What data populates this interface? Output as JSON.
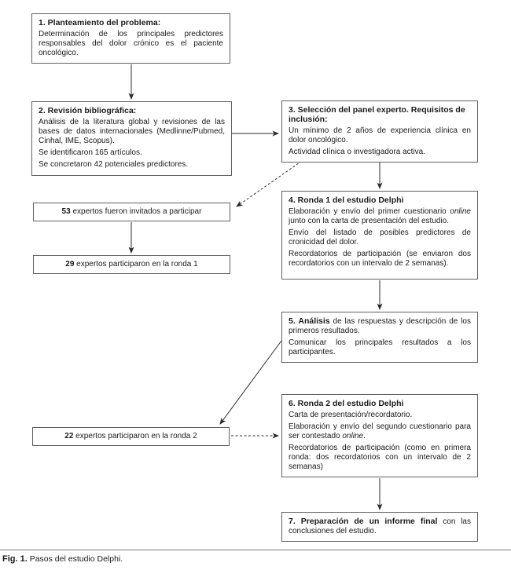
{
  "figure": {
    "caption_label": "Fig. 1.",
    "caption_text": " Pasos del estudio Delphi."
  },
  "colors": {
    "box_border": "#606060",
    "text": "#1a1a1a",
    "arrow": "#2b2b2b"
  },
  "boxes": {
    "b1": {
      "title": "1. Planteamiento del problema:",
      "p1": "Determinación de los principales predictores responsables del dolor crónico es el paciente oncológico."
    },
    "b2": {
      "title": "2. Revisión bibliográfica:",
      "p1": "Análisis de la literatura global y revisiones de las bases de datos internacionales (Medlinne/Pubmed, Cinhal, IME, Scopus).",
      "p2": "Se identificaron 165 artículos.",
      "p3": "Se concretaron 42 potenciales predictores."
    },
    "b3": {
      "title": "3. Selección del panel experto. Requisitos de inclusión:",
      "p1": "Un mínimo de 2 años de experiencia clínica en dolor oncológico.",
      "p2": "Actividad clínica o investigadora activa."
    },
    "b4": {
      "title": "4. Ronda 1 del estudio Delphi",
      "p1_pre": "Elaboración y envío del primer cuestionario ",
      "p1_italic": "online",
      "p1_post": " junto con la carta de presentación del estudio.",
      "p2": "Envío del listado de posibles predictores de cronicidad del dolor.",
      "p3": "Recordatorios de participación (se enviaron dos recordatorios con un intervalo de 2 semanas)."
    },
    "b5": {
      "title_bold": "5. Análisis",
      "title_rest": " de las respuestas y descripción de los primeros resultados.",
      "p2": "Comunicar los principales resultados a los participantes."
    },
    "b6": {
      "title": "6. Ronda 2 del estudio Delphi",
      "p1": "Carta de presentación/recordatorio.",
      "p2_pre": "Elaboración y envío del segundo cuestionario para ser contestado ",
      "p2_italic": "online",
      "p2_post": ".",
      "p3": "Recordatorios de participación (como en primera ronda: dos recordatorios con un intervalo de 2 semanas)"
    },
    "b7": {
      "title_bold": "7. Preparación de un informe final",
      "title_rest": " con las conclusiones del estudio."
    }
  },
  "side_boxes": {
    "s53": {
      "number": "53",
      "text": " expertos fueron invitados a participar"
    },
    "s29": {
      "number": "29",
      "text": " expertos participaron en la ronda 1"
    },
    "s22": {
      "number": "22",
      "text": " expertos participaron en la ronda 2"
    }
  }
}
